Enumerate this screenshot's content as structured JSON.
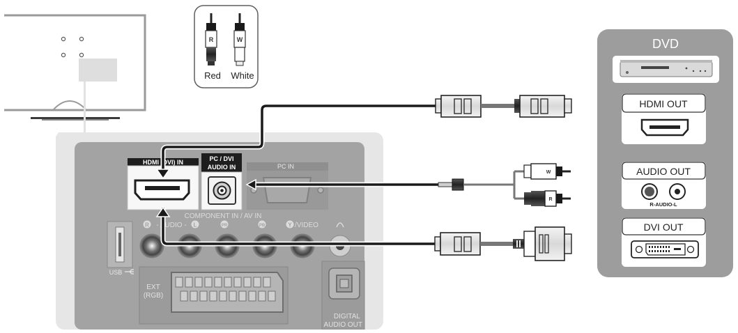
{
  "legend": {
    "red_letter": "R",
    "white_letter": "W",
    "red_label": "Red",
    "white_label": "White"
  },
  "tv_panel": {
    "hdmi_label": "HDMI (DVI) IN",
    "pc_audio_label_1": "PC / DVI",
    "pc_audio_label_2": "AUDIO IN",
    "pc_in_label": "PC IN",
    "component_label": "COMPONENT IN / AV IN",
    "r_letter": "R",
    "audio_l_label": "- AUDIO -",
    "l_letter": "L",
    "pr_label": "PR",
    "pb_label": "PB",
    "y_label": "Y",
    "video_label": "/VIDEO",
    "usb_label": "USB",
    "ext_label_1": "EXT",
    "ext_label_2": "(RGB)",
    "digital_label_1": "DIGITAL",
    "digital_label_2": "AUDIO OUT"
  },
  "dvd_panel": {
    "title": "DVD",
    "hdmi_out": "HDMI OUT",
    "audio_out": "AUDIO OUT",
    "audio_sub": "R-AUDIO-L",
    "dvi_out": "DVI OUT"
  },
  "cable_plug_letters": {
    "white": "W",
    "red": "R"
  },
  "colors": {
    "panel_bg": "#e6e6e6",
    "tv_back": "#a3a3a3",
    "dvd_box": "#9d9d9d",
    "cable": "#1a1a1a",
    "label_dark": "#1e1e1e"
  }
}
